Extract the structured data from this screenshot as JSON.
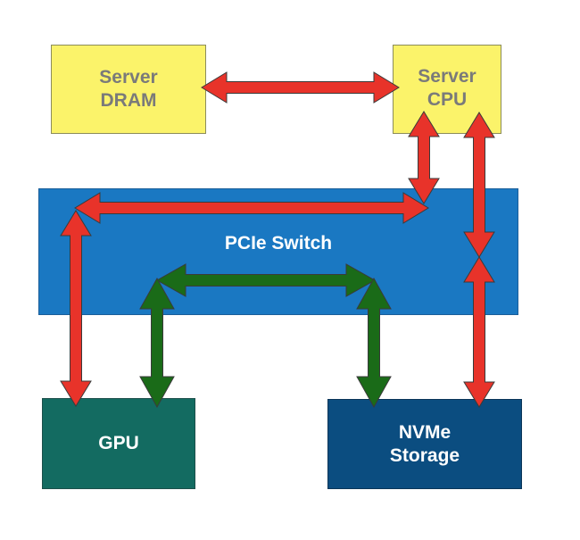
{
  "diagram": {
    "nodes": {
      "dram": {
        "label": "Server\nDRAM",
        "fill": "#FBF36A",
        "text": "#7A7A7A",
        "border": "#8C8C5A"
      },
      "cpu": {
        "label": "Server\nCPU",
        "fill": "#FBF36A",
        "text": "#7A7A7A",
        "border": "#8C8C5A"
      },
      "pcie": {
        "label": "PCIe Switch",
        "fill": "#1A78C2",
        "text": "#FFFFFF",
        "border": "#1B5E99"
      },
      "gpu": {
        "label": "GPU",
        "fill": "#136B61",
        "text": "#FFFFFF",
        "border": "#1C4F4A"
      },
      "nvme": {
        "label": "NVMe\nStorage",
        "fill": "#0B4D80",
        "text": "#FFFFFF",
        "border": "#0A3558"
      }
    },
    "connections": [
      {
        "from": "dram",
        "to": "cpu",
        "kind": "bidirectional",
        "color": "#E8332A"
      },
      {
        "from": "cpu",
        "to": "pcie",
        "kind": "bidirectional",
        "color": "#E8332A"
      },
      {
        "from": "pcie",
        "to": "gpu",
        "kind": "bidirectional",
        "color": "#E8332A"
      },
      {
        "from": "cpu",
        "to": "nvme",
        "kind": "bidirectional",
        "color": "#E8332A"
      },
      {
        "from": "gpu",
        "to": "nvme",
        "kind": "bidirectional",
        "color": "#1A6B18"
      }
    ],
    "colors": {
      "red_arrow": "#E8332A",
      "green_arrow": "#1A6B18",
      "arrow_stroke": "#3A3A3A"
    }
  }
}
